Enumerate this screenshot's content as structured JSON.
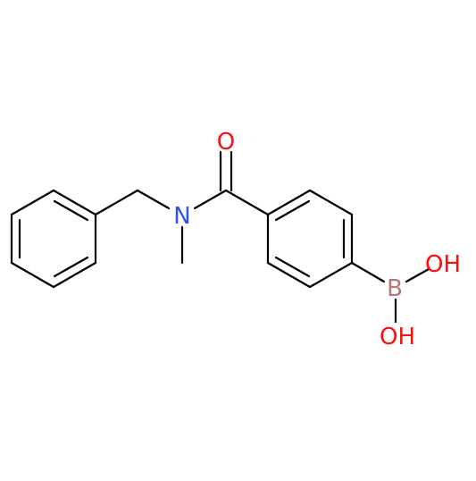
{
  "molecule": {
    "atoms": [
      {
        "id": "O1",
        "label": "O",
        "color": "#ff0d0d"
      },
      {
        "id": "N1",
        "label": "N",
        "color": "#3050f8"
      },
      {
        "id": "B1",
        "label": "B",
        "color": "#b47878"
      },
      {
        "id": "O2",
        "label": "OH",
        "color": "#ff0d0d"
      },
      {
        "id": "O3",
        "label": "OH",
        "color": "#ff0d0d"
      }
    ],
    "bond_color": "#000000"
  }
}
